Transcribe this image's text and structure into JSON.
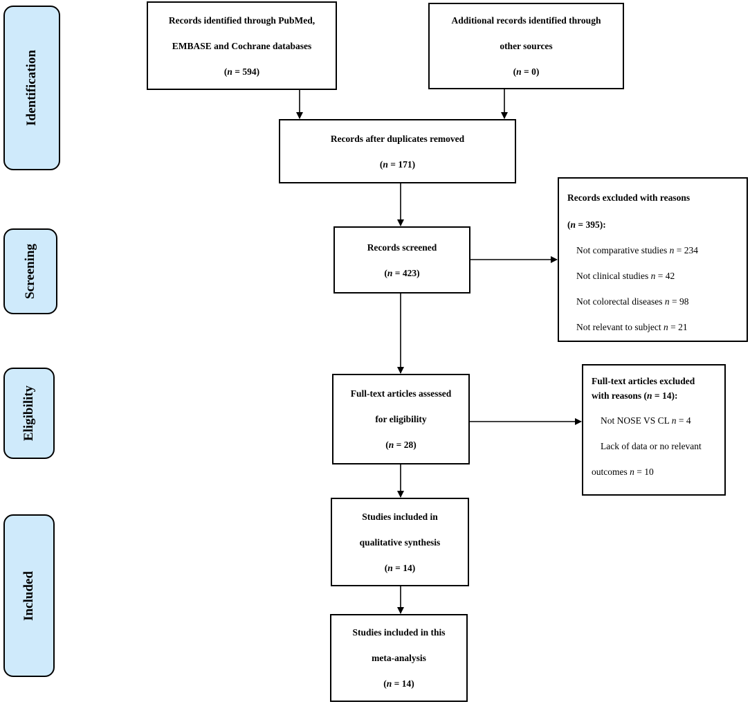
{
  "phases": {
    "identification": "Identification",
    "screening": "Screening",
    "eligibility": "Eligibility",
    "included": "Included"
  },
  "identified_db": {
    "line1": "Records identified through PubMed,",
    "line2": "EMBASE and Cochrane databases",
    "n_label": "n",
    "n_value": " = 594)"
  },
  "identified_other": {
    "line1": "Additional records identified through",
    "line2": "other sources",
    "n_label": "n",
    "n_value": " = 0)"
  },
  "after_duplicates": {
    "line1": "Records after duplicates removed",
    "n_label": "n",
    "n_value": " = 171)"
  },
  "screened": {
    "line1": "Records screened",
    "n_label": "n",
    "n_value": " = 423)"
  },
  "screen_excluded": {
    "title": "Records excluded with reasons",
    "n_label": "n",
    "n_value": " = 395):",
    "reasons": [
      {
        "text": "Not comparative studies ",
        "n": "n",
        "value": " = 234"
      },
      {
        "text": "Not clinical studies ",
        "n": "n",
        "value": " = 42"
      },
      {
        "text": "Not colorectal diseases ",
        "n": "n",
        "value": " = 98"
      },
      {
        "text": "Not relevant to subject ",
        "n": "n",
        "value": " = 21"
      }
    ]
  },
  "fulltext": {
    "line1": "Full-text articles assessed",
    "line2": "for eligibility",
    "n_label": "n",
    "n_value": " = 28)"
  },
  "fulltext_excluded": {
    "title1": "Full-text articles excluded",
    "title2_pre": "with reasons (",
    "n_label": "n",
    "title2_post": " = 14):",
    "reason1": {
      "text": "Not NOSE VS CL ",
      "n": "n",
      "value": " = 4"
    },
    "reason2_line1": "Lack of data or no relevant",
    "reason2_line2": {
      "text": "outcomes ",
      "n": "n",
      "value": " = 10"
    }
  },
  "qualitative": {
    "line1": "Studies included in",
    "line2": "qualitative synthesis",
    "n_label": "n",
    "n_value": " = 14)"
  },
  "meta": {
    "line1": "Studies included in this",
    "line2": "meta-analysis",
    "n_label": "n",
    "n_value": " = 14)"
  }
}
